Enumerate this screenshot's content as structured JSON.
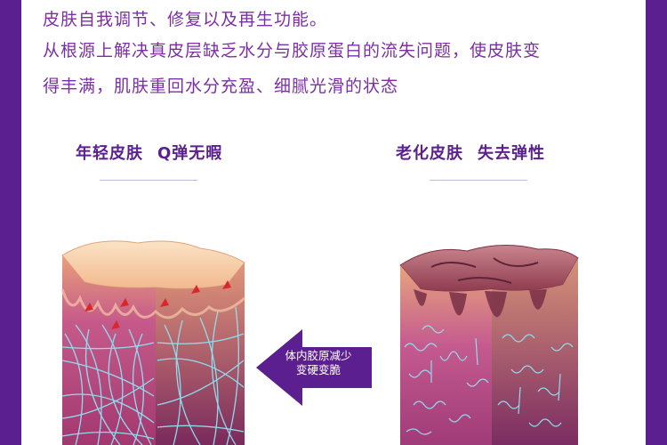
{
  "intro": {
    "line1": "皮肤自我调节、修复以及再生功能。",
    "line2": "从根源上解决真皮层缺乏水分与胶原蛋白的流失问题，使皮肤变",
    "line3": "得丰满，肌肤重回水分充盈、细腻光滑的状态"
  },
  "young": {
    "title": "年轻皮肤",
    "subtitle": "Q弹无暇"
  },
  "aging": {
    "title": "老化皮肤",
    "subtitle": "失去弹性"
  },
  "arrow": {
    "line1": "体内胶原减少",
    "line2": "变硬变脆"
  },
  "colors": {
    "frame": "#5b1f8f",
    "text": "#7b2fa3",
    "fiber": "#8fe3f5",
    "dermis": "#b3467a"
  }
}
